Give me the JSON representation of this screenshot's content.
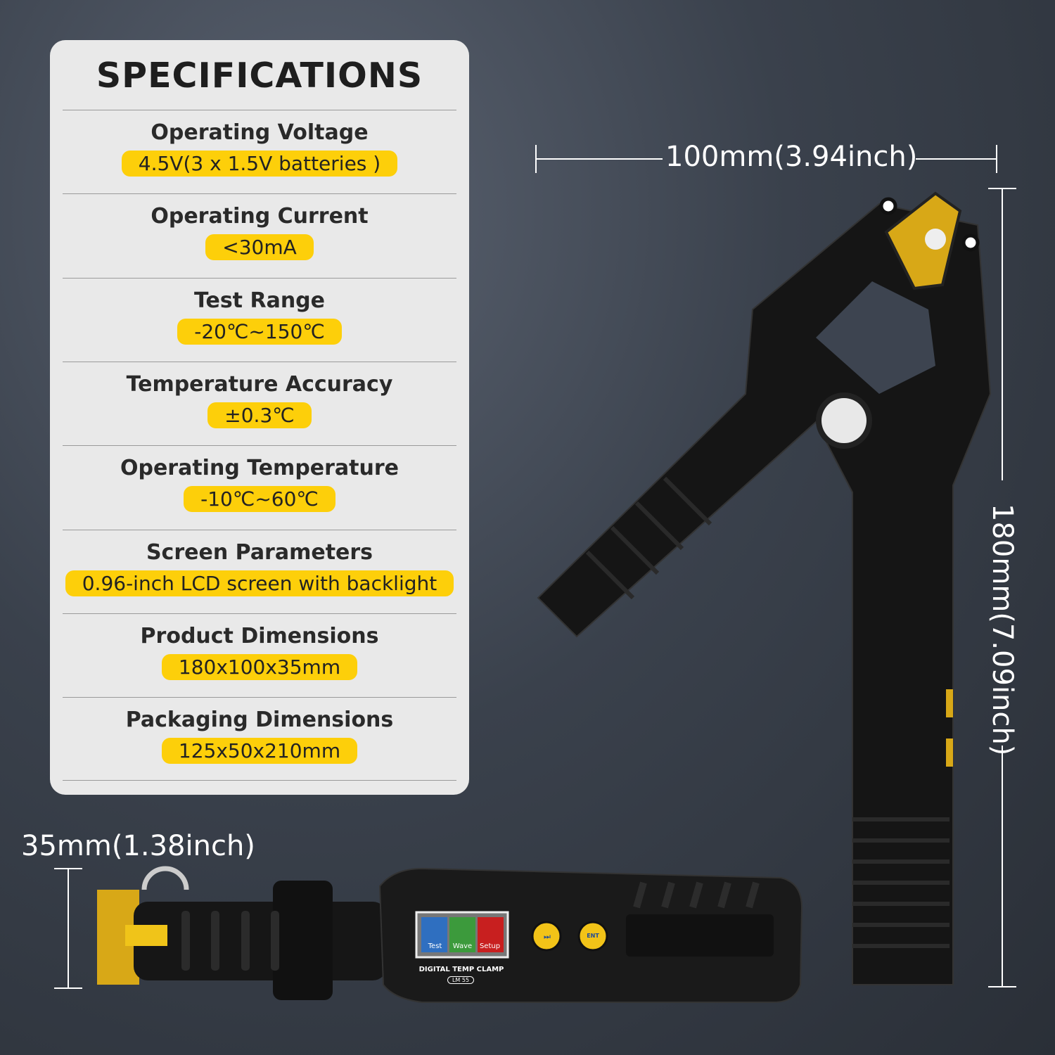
{
  "title": "SPECIFICATIONS",
  "specs": [
    {
      "label": "Operating Voltage",
      "value": "4.5V(3 x 1.5V batteries )"
    },
    {
      "label": "Operating Current",
      "value": "<30mA"
    },
    {
      "label": "Test Range",
      "value": "-20℃~150℃"
    },
    {
      "label": "Temperature Accuracy",
      "value": "±0.3℃"
    },
    {
      "label": "Operating Temperature",
      "value": "-10℃~60℃"
    },
    {
      "label": "Screen Parameters",
      "value": "0.96-inch LCD screen with backlight"
    },
    {
      "label": "Product Dimensions",
      "value": "180x100x35mm"
    },
    {
      "label": "Packaging Dimensions",
      "value": "125x50x210mm"
    }
  ],
  "dimensions": {
    "width": "100mm(3.94inch)",
    "height": "180mm(7.09inch)",
    "depth": "35mm(1.38inch)"
  },
  "device": {
    "screen_tabs": [
      "Test",
      "Wave",
      "Setup"
    ],
    "brand": "DIGITAL TEMP CLAMP",
    "model": "LM 55",
    "buttons": [
      "next-button",
      "ent-power-button"
    ],
    "ent_label": "ENT"
  },
  "colors": {
    "accent": "#fdcf0a",
    "panel": "#e9e9e9"
  }
}
